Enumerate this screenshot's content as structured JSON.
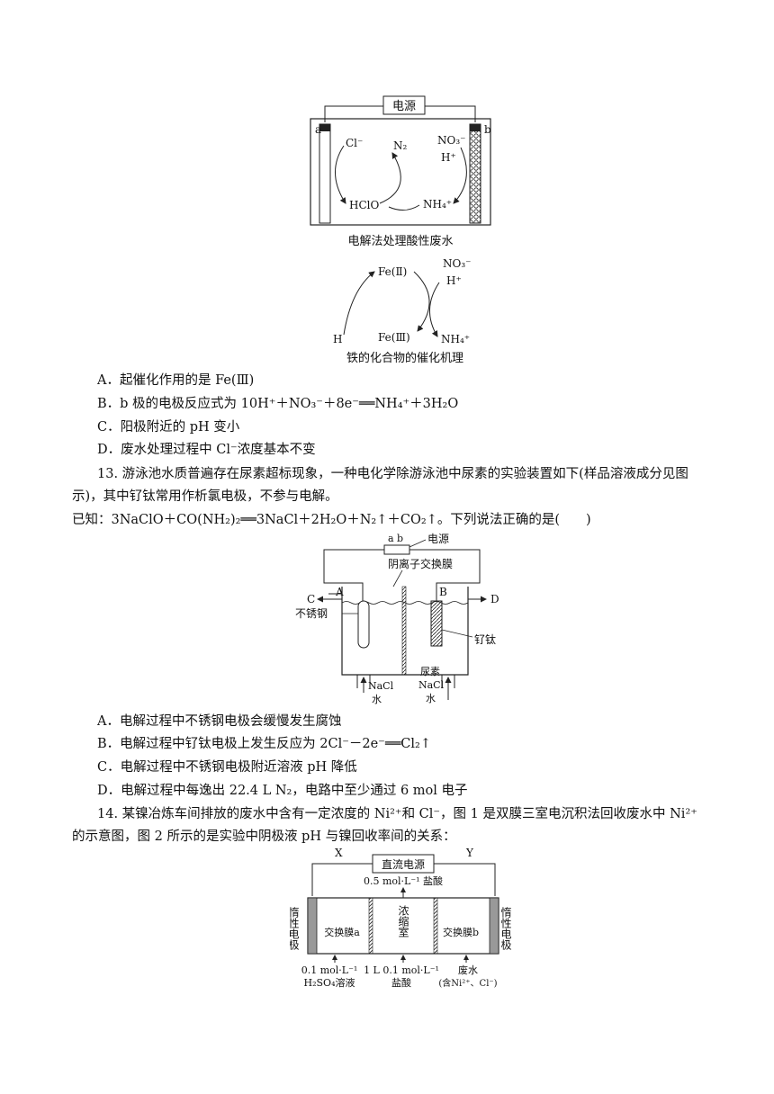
{
  "fig1": {
    "power": "电源",
    "electrode_a": "a",
    "electrode_b": "b",
    "cl_minus": "Cl⁻",
    "n2": "N₂",
    "no3": "NO₃⁻",
    "h_plus": "H⁺",
    "hclo": "HClO",
    "nh4": "NH₄⁺",
    "caption": "电解法处理酸性废水"
  },
  "fig2": {
    "fe2": "Fe(Ⅱ)",
    "no3": "NO₃⁻",
    "h_plus": "H⁺",
    "h": "H",
    "fe3": "Fe(Ⅲ)",
    "nh4": "NH₄⁺",
    "caption": "铁的化合物的催化机理"
  },
  "q12": {
    "options": [
      "A．起催化作用的是 Fe(Ⅲ)",
      "B．b 极的电极反应式为 10H⁺＋NO₃⁻＋8e⁻══NH₄⁺＋3H₂O",
      "C．阳极附近的 pH 变小",
      "D．废水处理过程中 Cl⁻浓度基本不变"
    ]
  },
  "q13": {
    "stem1": "13. 游泳池水质普遍存在尿素超标现象，一种电化学除游泳池中尿素的实验装置如下(样品溶液成分见图",
    "stem2": "示)，其中钌钛常用作析氯电极，不参与电解。",
    "stem3": "已知：3NaClO＋CO(NH₂)₂══3NaCl＋2H₂O＋N₂↑＋CO₂↑。下列说法正确的是(　　)",
    "fig": {
      "ab": "a b",
      "power": "电源",
      "membrane": "阴离子交换膜",
      "A": "A",
      "B": "B",
      "C": "C",
      "D": "D",
      "steel": "不锈钢",
      "ruti": "钌钛",
      "left_in1": "NaCl",
      "left_in2": "水",
      "right_in1": "尿素",
      "right_in2": "NaCl",
      "right_in3": "水"
    },
    "options": [
      "A．电解过程中不锈钢电极会缓慢发生腐蚀",
      "B．电解过程中钌钛电极上发生反应为 2Cl⁻－2e⁻══Cl₂↑",
      "C．电解过程中不锈钢电极附近溶液 pH 降低",
      "D．电解过程中每逸出 22.4 L N₂，电路中至少通过 6 mol 电子"
    ]
  },
  "q14": {
    "stem1": "14. 某镍冶炼车间排放的废水中含有一定浓度的 Ni²⁺和 Cl⁻，图 1 是双膜三室电沉积法回收废水中 Ni²⁺",
    "stem2": "的示意图，图 2 所示的是实验中阴极液 pH 与镍回收率间的关系：",
    "fig": {
      "X": "X",
      "Y": "Y",
      "power": "直流电源",
      "hcl_out": "0.5 mol·L⁻¹ 盐酸",
      "inert": "惰性电极",
      "membrane_a": "交换膜a",
      "membrane_b": "交换膜b",
      "conc_room": "浓缩室",
      "in_left1": "0.1 mol·L⁻¹",
      "in_left2": "H₂SO₄溶液",
      "in_mid1": "1 L 0.1 mol·L⁻¹",
      "in_mid2": "盐酸",
      "in_right1": "废水",
      "in_right2": "(含Ni²⁺、Cl⁻)"
    }
  }
}
